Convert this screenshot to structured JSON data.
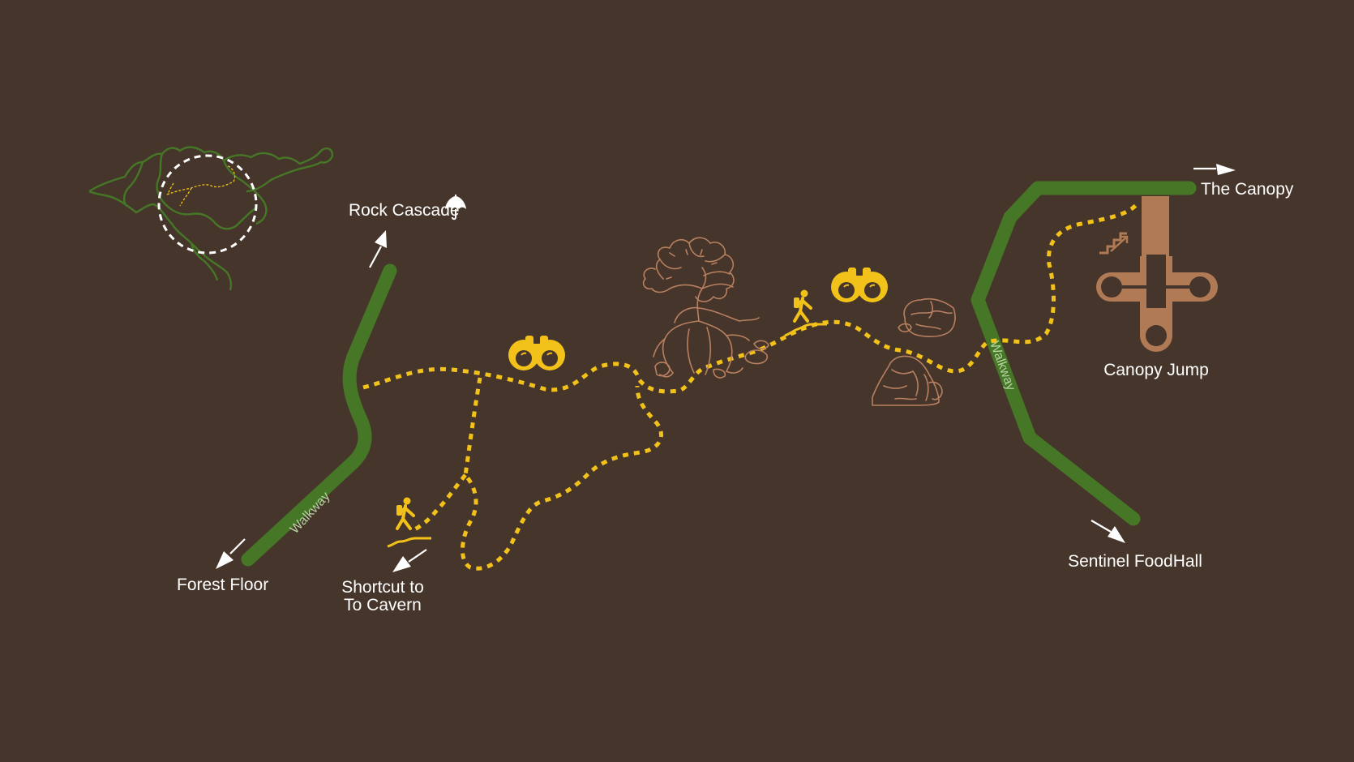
{
  "colors": {
    "background": "#46352a",
    "walkway": "#457727",
    "walkway_label": "#b7d3a2",
    "trail": "#f2c21b",
    "icon": "#f2c21b",
    "landmark_art": "#b88060",
    "canopy_jump": "#b07a55",
    "label": "#ffffff",
    "inset_map": "#457727"
  },
  "walkways": [
    {
      "label": "Walkway"
    },
    {
      "label": "Walkway"
    }
  ],
  "destinations": {
    "rock_cascade": "Rock Cascade",
    "forest_floor": "Forest Floor",
    "shortcut_line1": "Shortcut to",
    "shortcut_line2": "To Cavern",
    "the_canopy": "The Canopy",
    "canopy_jump": "Canopy Jump",
    "sentinel_foodhall": "Sentinel FoodHall"
  },
  "icons": {
    "rock_cascade": "umbrella-icon",
    "viewpoints": [
      "binoculars-icon",
      "binoculars-icon"
    ],
    "trailheads": [
      "hiker-icon",
      "hiker-icon"
    ],
    "canopy_jump": "stairs-up-icon",
    "landmarks": [
      "tree-roots-landmark",
      "boulders-landmark"
    ],
    "locator": "locator-inset-map"
  }
}
